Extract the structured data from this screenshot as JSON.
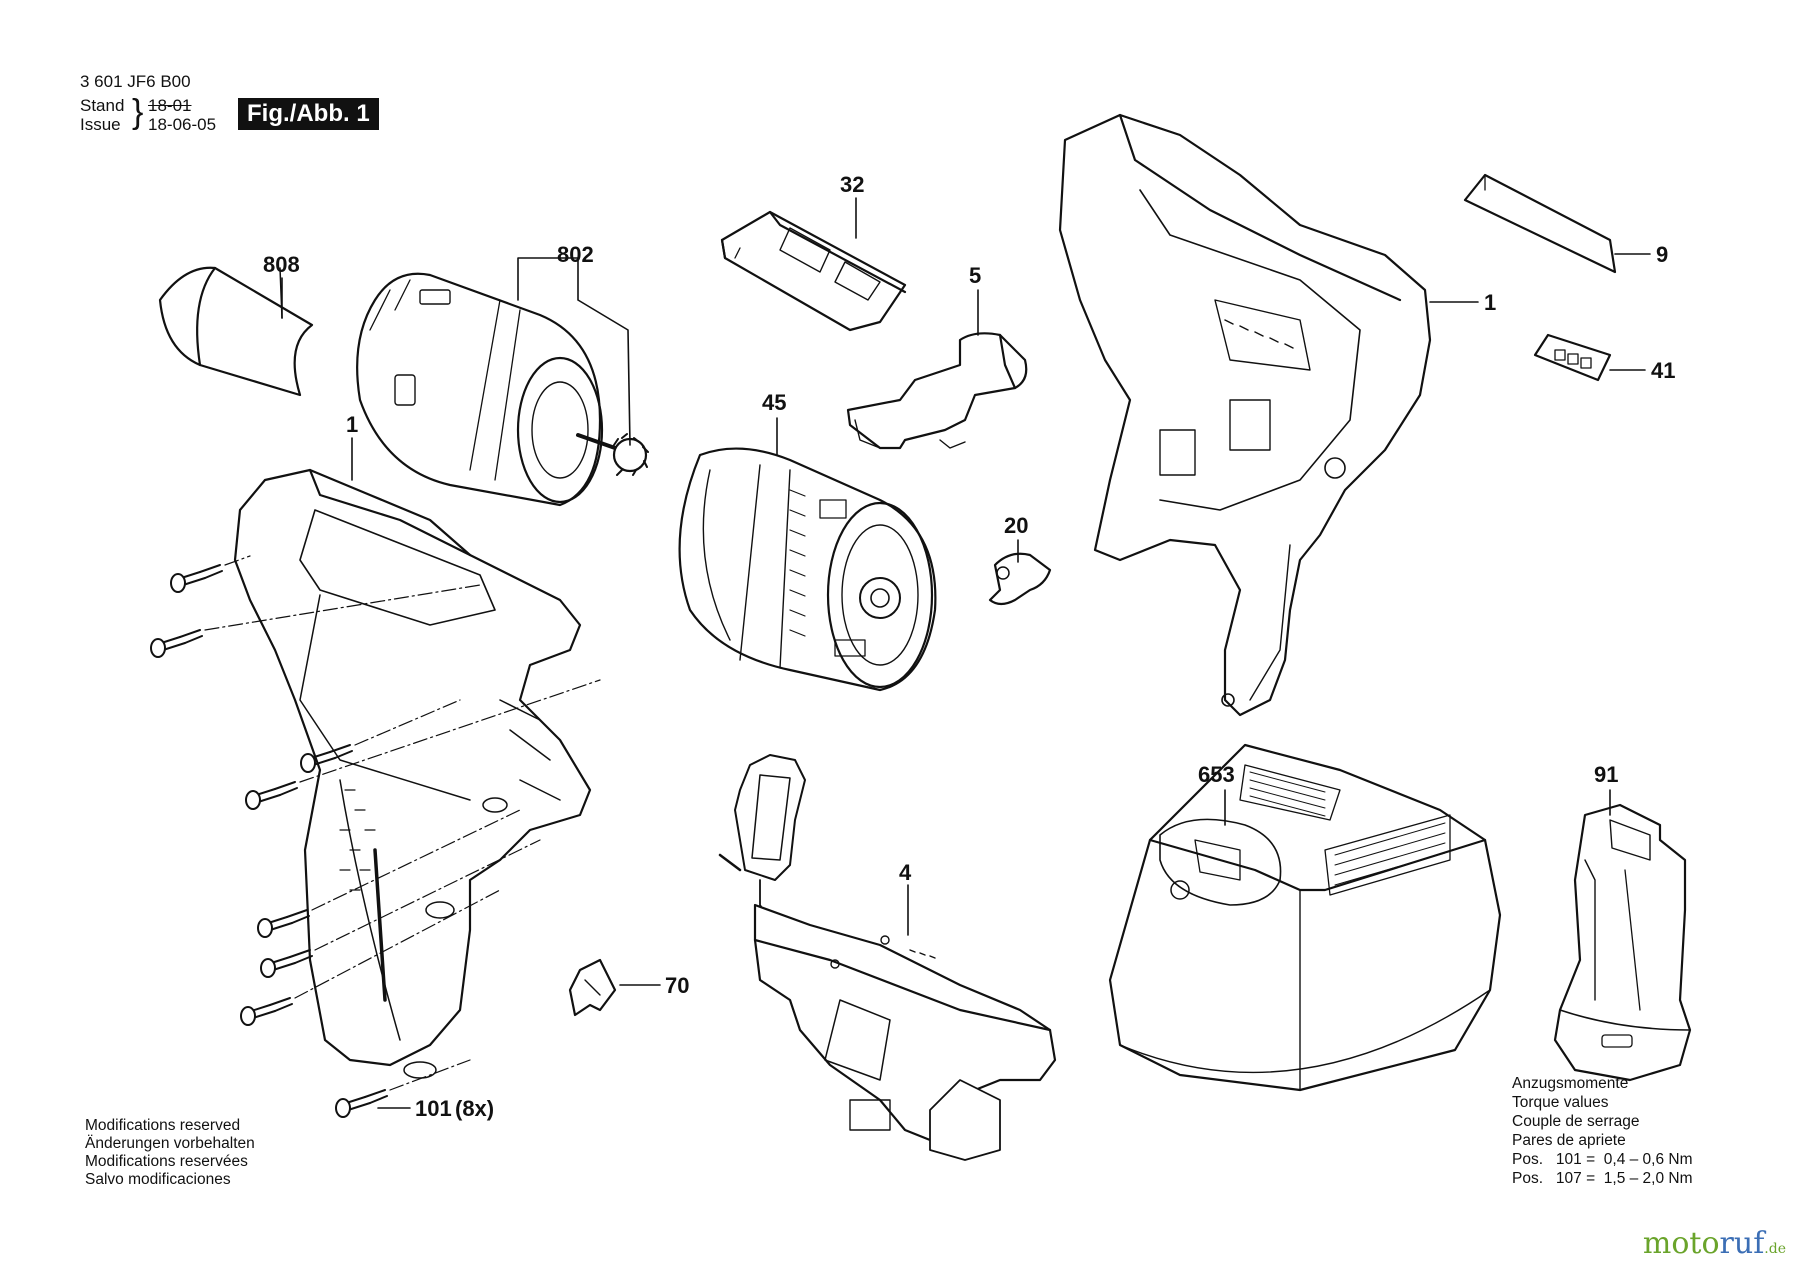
{
  "header": {
    "part_number": "3 601 JF6 B00",
    "stand_label": "Stand",
    "issue_label": "Issue",
    "stand_value": "18-01",
    "issue_value": "18-06-05",
    "figure_badge": "Fig./Abb. 1"
  },
  "labels": {
    "p808": "808",
    "p802": "802",
    "p32": "32",
    "p5": "5",
    "p1_left": "1",
    "p45": "45",
    "p20": "20",
    "p1_right": "1",
    "p9": "9",
    "p41": "41",
    "p653": "653",
    "p91": "91",
    "p4": "4",
    "p70": "70",
    "p101": "101",
    "p101_qty": "(8x)"
  },
  "modifications": {
    "line1": "Modifications reserved",
    "line2": "Änderungen vorbehalten",
    "line3": "Modifications reservées",
    "line4": "Salvo modificaciones"
  },
  "torque": {
    "line1": "Anzugsmomente",
    "line2": "Torque values",
    "line3": "Couple de serrage",
    "line4": "Pares de apriete",
    "row1": "Pos.   101 =  0,4 – 0,6 Nm",
    "row2": "Pos.   107 =  1,5 – 2,0 Nm"
  },
  "brand": {
    "part1": "moto",
    "part2": "ruf",
    "part3": ".de"
  },
  "colors": {
    "line": "#111111",
    "brand_green": "#6aa42b",
    "brand_blue": "#3b6eb5"
  }
}
